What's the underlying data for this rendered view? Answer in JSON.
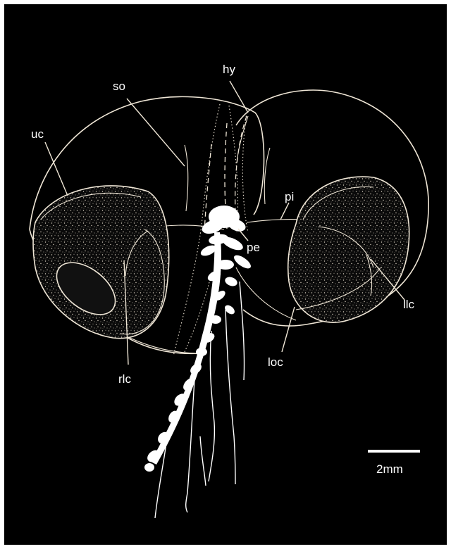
{
  "figure": {
    "labels": {
      "hy": "hy",
      "so": "so",
      "uc": "uc",
      "pi": "pi",
      "pe": "pe",
      "llc": "llc",
      "loc": "loc",
      "rlc": "rlc"
    },
    "scale_bar": {
      "label": "2mm"
    },
    "colors": {
      "background": "#000000",
      "line": "#efe6d6",
      "specimen": "#ffffff",
      "frame": "#ffffff"
    }
  }
}
